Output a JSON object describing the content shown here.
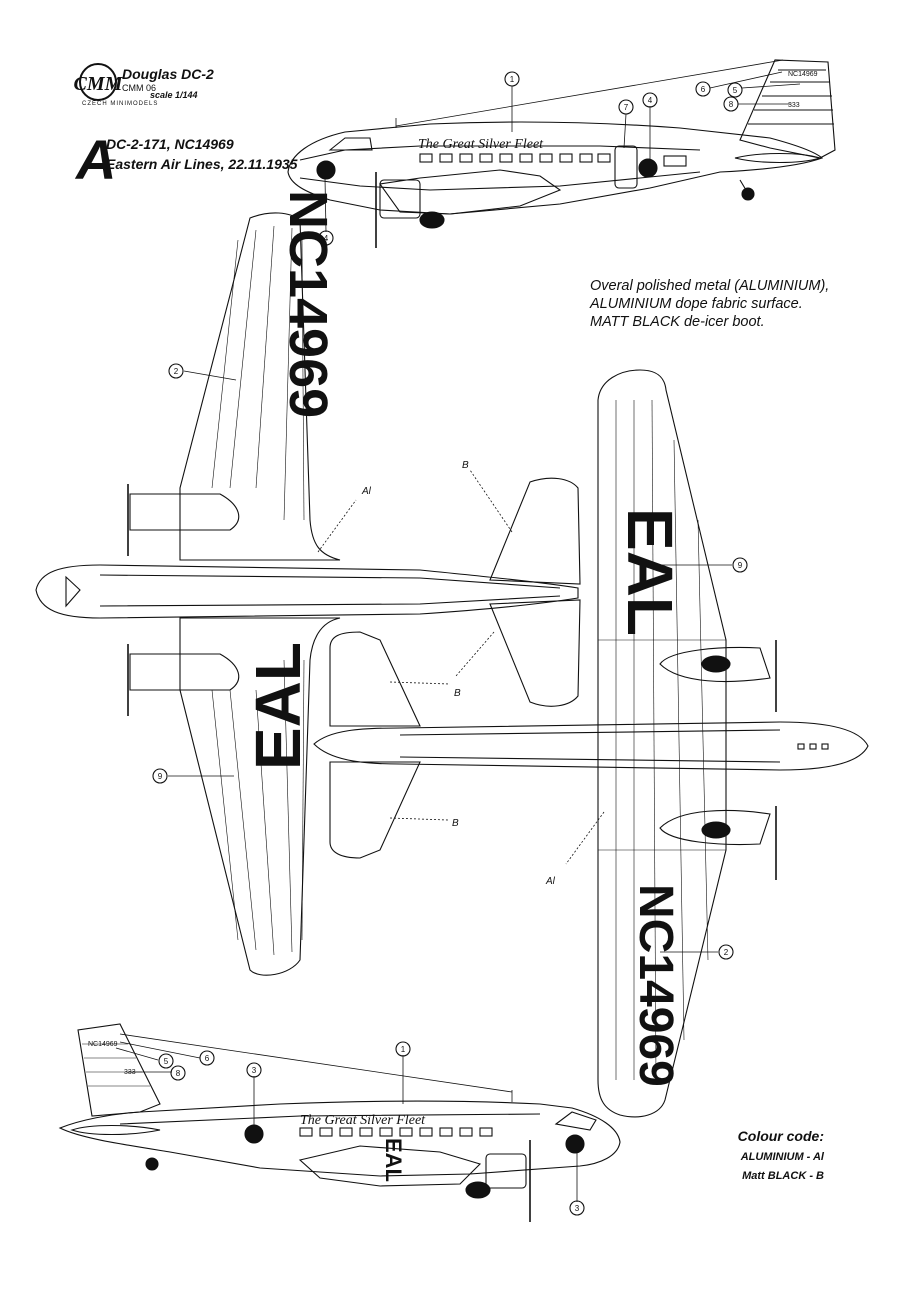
{
  "header": {
    "logo_text": "CMM",
    "logo_subtext": "CZECH MINIMODELS",
    "title": "Douglas DC-2",
    "code": "CMM 06",
    "scale": "scale 1/144"
  },
  "variant": {
    "letter": "A",
    "line1": "DC-2-171, NC14969",
    "line2": "Eastern Air Lines, 22.11.1935"
  },
  "paint_notes": [
    "Overal polished metal (ALUMINIUM),",
    "ALUMINIUM dope fabric surface.",
    "MATT BLACK de-icer boot."
  ],
  "markings": {
    "registration": "NC14969",
    "wing_code": "EAL",
    "fuselage_script": "The Great Silver Fleet",
    "fin_number": "333"
  },
  "colour_code": {
    "title": "Colour code:",
    "items": [
      "ALUMINIUM - Al",
      "Matt BLACK - B"
    ]
  },
  "callouts": {
    "n1": "1",
    "n2": "2",
    "n3": "3",
    "n4": "4",
    "n5": "5",
    "n6": "6",
    "n7": "7",
    "n8": "8",
    "n9": "9",
    "al": "Al",
    "b": "B"
  }
}
